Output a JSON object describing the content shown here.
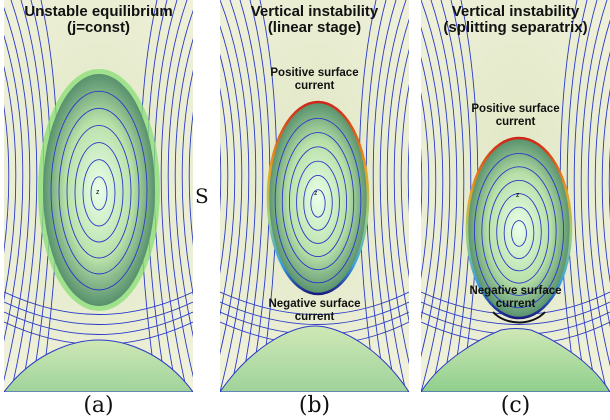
{
  "colors": {
    "background": "#e8edcf",
    "field_lines": "#2a3ac8",
    "plasma_core": "#e8ffe6",
    "plasma_edge": "#2f6b52",
    "positive_current": "#d02418",
    "negative_current": "#1a1a80"
  },
  "panels": [
    {
      "title_line1": "Unstable equilibrium",
      "title_line2": "(j=const)",
      "z_label": "z",
      "caption": "(a)"
    },
    {
      "title_line1": "Vertical instability",
      "title_line2": "(linear stage)",
      "z_label": "z",
      "positive_label_line1": "Positive surface",
      "positive_label_line2": "current",
      "negative_label_line1": "Negative surface",
      "negative_label_line2": "current",
      "caption": "(b)"
    },
    {
      "title_line1": "Vertical instability",
      "title_line2": "(splitting separatrix)",
      "z_label": "z",
      "positive_label_line1": "Positive surface",
      "positive_label_line2": "current",
      "negative_label_line1": "Negative surface",
      "negative_label_line2": "current",
      "caption": "(c)"
    }
  ],
  "separator_label": "S"
}
